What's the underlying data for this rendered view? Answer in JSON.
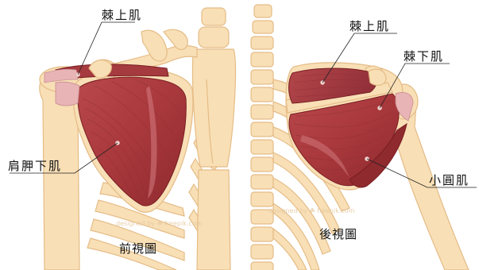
{
  "front_view": {
    "caption": "前視圖",
    "labels": {
      "supraspinatus": "棘上肌",
      "subscapularis": "肩胛下肌"
    },
    "watermark": "designed by ☘ freepik.com"
  },
  "back_view": {
    "caption": "後視圖",
    "labels": {
      "supraspinatus": "棘上肌",
      "infraspinatus": "棘下肌",
      "teres_minor": "小圓肌"
    },
    "watermark": "designed by ☘ freepik.com"
  },
  "colors": {
    "bone_fill": "#f8dfb6",
    "bone_outline": "#e5bc86",
    "muscle": "#a8383c",
    "muscle_dark": "#7a1e22",
    "tendon": "#e8b4b6",
    "label_text": "#111111"
  }
}
